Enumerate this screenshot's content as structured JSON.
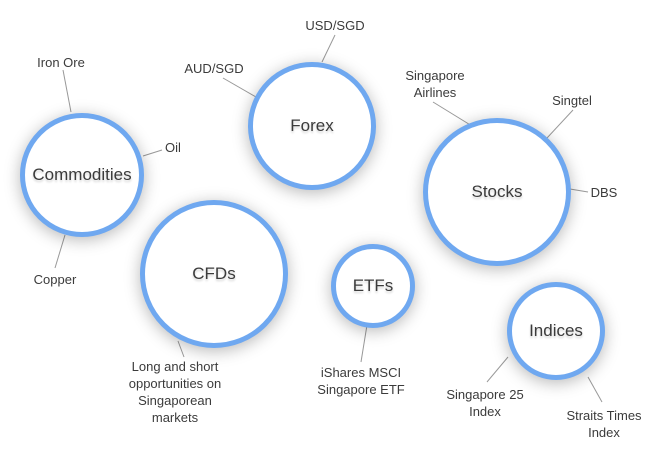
{
  "diagram": {
    "background_color": "#ffffff",
    "accent_color": "#6FA8F0",
    "connector_color": "#999999",
    "text_color": "#3b3b3b",
    "bubbles": [
      {
        "label": "Commodities",
        "satellites": [
          {
            "label": "Iron Ore"
          },
          {
            "label": "Oil"
          },
          {
            "label": "Copper"
          }
        ]
      },
      {
        "label": "Forex",
        "satellites": [
          {
            "label": "USD/SGD"
          },
          {
            "label": "AUD/SGD"
          }
        ]
      },
      {
        "label": "Stocks",
        "satellites": [
          {
            "label": "Singapore Airlines"
          },
          {
            "label": "Singtel"
          },
          {
            "label": "DBS"
          }
        ]
      },
      {
        "label": "CFDs",
        "satellites": [
          {
            "label": "Long and short opportunities on Singaporean markets"
          }
        ]
      },
      {
        "label": "ETFs",
        "satellites": [
          {
            "label": "iShares MSCI Singapore ETF"
          }
        ]
      },
      {
        "label": "Indices",
        "satellites": [
          {
            "label": "Singapore 25 Index"
          },
          {
            "label": "Straits Times Index"
          }
        ]
      }
    ]
  }
}
